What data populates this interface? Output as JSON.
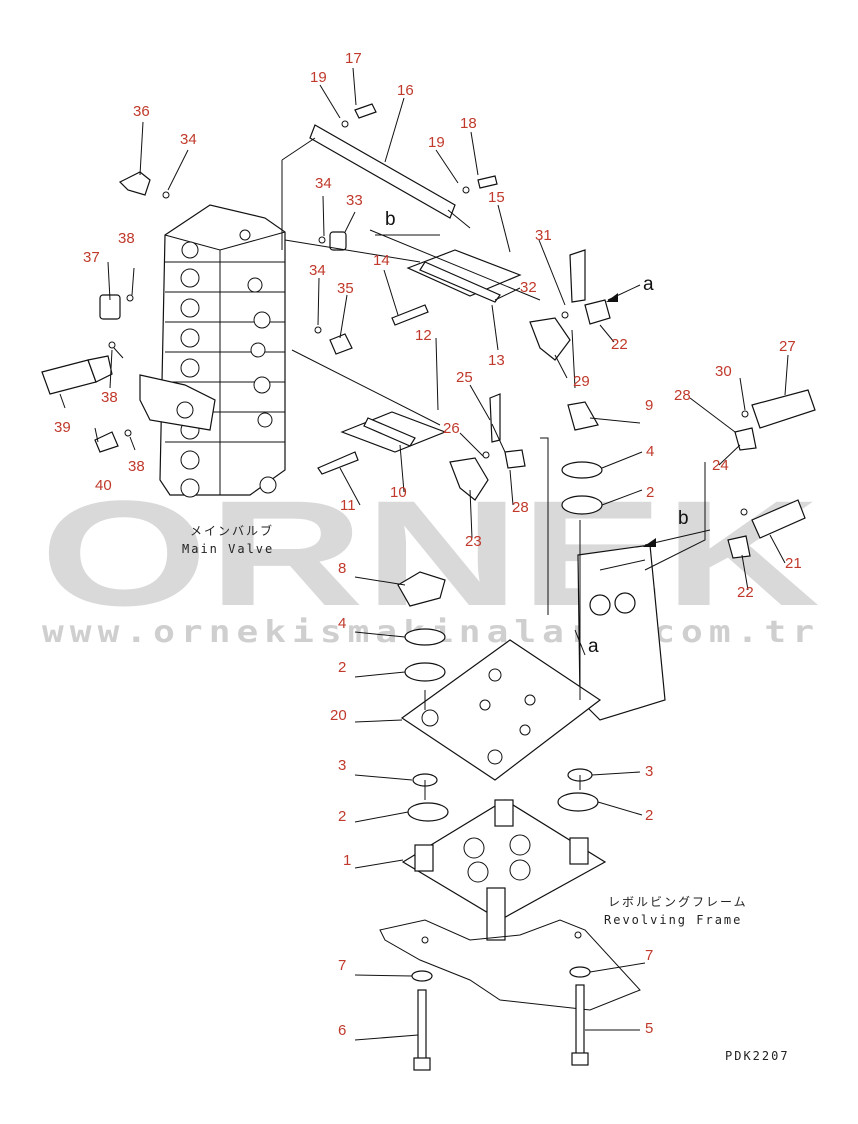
{
  "watermark": {
    "brand": "ORNEK",
    "url": "www.ornekismakinalari.com.tr"
  },
  "captions": {
    "main_valve_jp": "メインバルブ",
    "main_valve_en": "Main Valve",
    "revolving_frame_jp": "レボルビングフレーム",
    "revolving_frame_en": "Revolving Frame",
    "drawing_code": "PDK2207"
  },
  "view_refs": {
    "a": "a",
    "b": "b"
  },
  "part_labels": [
    "1",
    "2",
    "3",
    "4",
    "5",
    "6",
    "7",
    "8",
    "9",
    "10",
    "11",
    "12",
    "13",
    "14",
    "15",
    "16",
    "17",
    "18",
    "19",
    "20",
    "21",
    "22",
    "23",
    "24",
    "25",
    "26",
    "27",
    "28",
    "29",
    "30",
    "31",
    "32",
    "33",
    "34",
    "35",
    "36",
    "37",
    "38",
    "39",
    "40"
  ],
  "colors": {
    "label": "#c0392b",
    "line": "#111111",
    "watermark": "#d9d9d9"
  }
}
